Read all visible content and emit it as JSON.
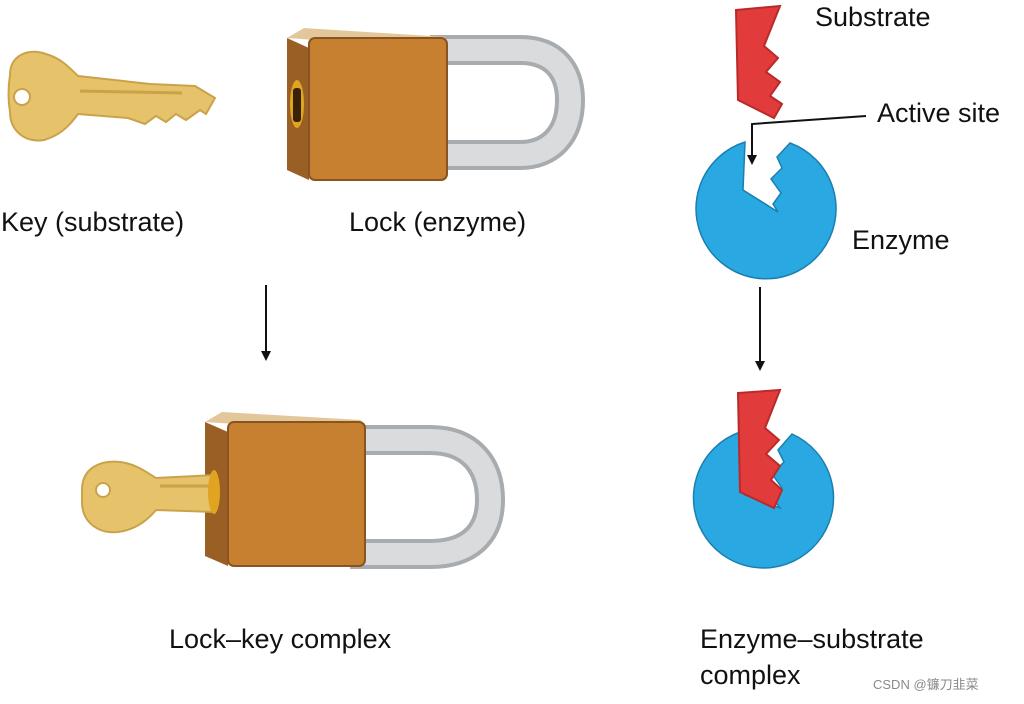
{
  "labels": {
    "key": "Key (substrate)",
    "lock": "Lock (enzyme)",
    "lock_key_complex": "Lock–key complex",
    "substrate": "Substrate",
    "active_site": "Active site",
    "enzyme": "Enzyme",
    "es_complex_line1": "Enzyme–substrate",
    "es_complex_line2": "complex"
  },
  "watermark": "CSDN @镰刀韭菜",
  "colors": {
    "key_fill": "#e6c36a",
    "lock_body": "#c6802f",
    "lock_side": "#9a5f24",
    "shackle": "#c9cccf",
    "enzyme": "#29a8e1",
    "substrate": "#e23b3b",
    "arrow": "#111111"
  }
}
